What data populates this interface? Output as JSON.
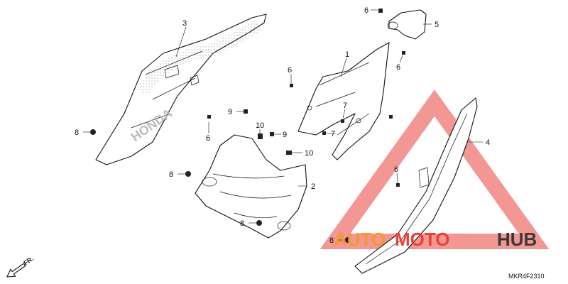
{
  "diagram": {
    "callouts": [
      "1",
      "2",
      "3",
      "4",
      "5",
      "6",
      "7",
      "8",
      "9",
      "10"
    ],
    "decal_text": "HONDA",
    "fr_label": "FR.",
    "diagram_code": "MKR4F2310",
    "watermark": {
      "part1": "AUTO",
      "part2": "MOTO",
      "part3": "HUB",
      "color_red": "#e8413a",
      "color_orange": "#f29a2e",
      "color_dark": "#3a3a3a"
    }
  }
}
